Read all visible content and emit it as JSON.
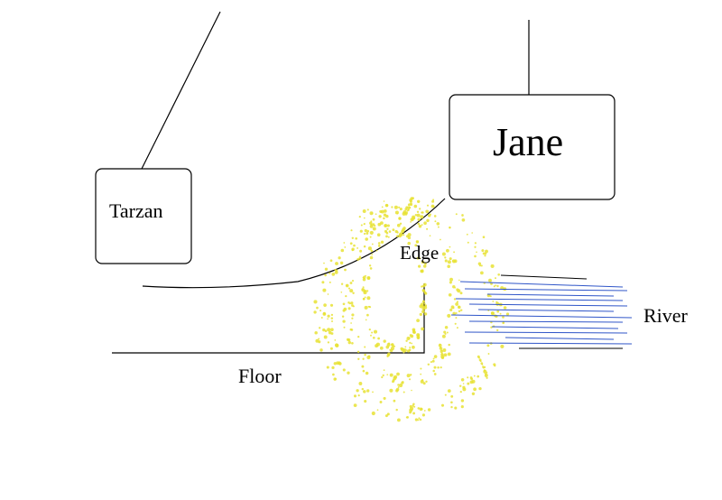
{
  "labels": {
    "tarzan": "Tarzan",
    "jane": "Jane",
    "edge": "Edge",
    "river": "River",
    "floor": "Floor"
  },
  "colors": {
    "stroke": "#000000",
    "sparkle": "#e8e234",
    "water": "#2f55c8",
    "background": "#ffffff"
  }
}
